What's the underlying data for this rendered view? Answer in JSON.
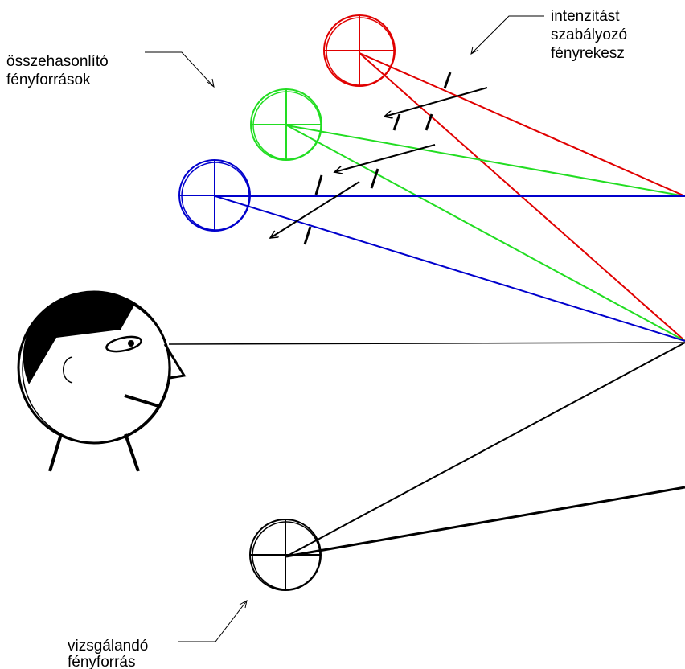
{
  "labels": {
    "comparison_sources": [
      "összehasonlító",
      "fényforrások"
    ],
    "intensity_aperture": [
      "intenzitást",
      "szabályozó",
      "fényrekesz"
    ],
    "test_source": [
      "vizsgálandó",
      "fényforrás"
    ]
  },
  "colors": {
    "red": "#e00000",
    "green": "#22dd22",
    "blue": "#0000cc",
    "black": "#000000"
  },
  "icons": {
    "lamp": "circle-crosshair",
    "observer": "head-profile",
    "aperture": "slit-dash"
  }
}
